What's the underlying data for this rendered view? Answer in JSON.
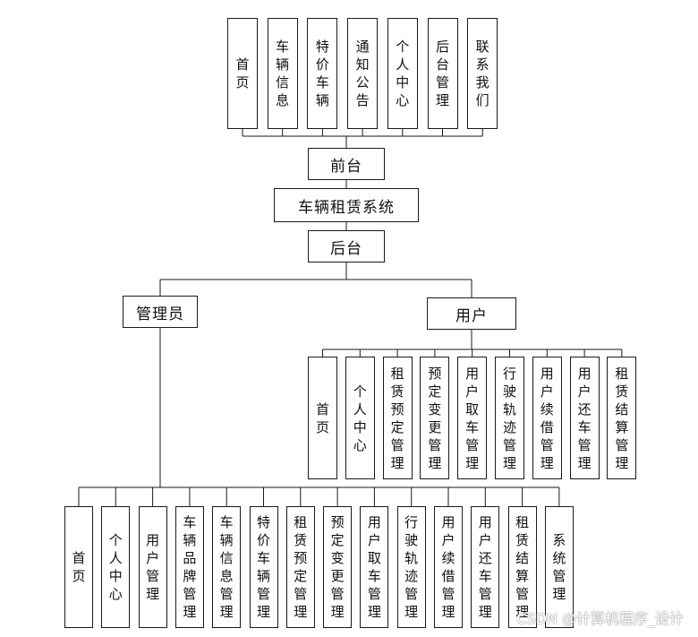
{
  "diagram": {
    "system": "车辆租赁系统",
    "frontend": {
      "label": "前台",
      "modules": [
        "首页",
        "车辆信息",
        "特价车辆",
        "通知公告",
        "个人中心",
        "后台管理",
        "联系我们"
      ]
    },
    "backend": {
      "label": "后台",
      "admin": {
        "label": "管理员",
        "modules": [
          "首页",
          "个人中心",
          "用户管理",
          "车辆品牌管理",
          "车辆信息管理",
          "特价车辆管理",
          "租赁预定管理",
          "预定变更管理",
          "用户取车管理",
          "行驶轨迹管理",
          "用户续借管理",
          "用户还车管理",
          "租赁结算管理",
          "系统管理"
        ]
      },
      "user": {
        "label": "用户",
        "modules": [
          "首页",
          "个人中心",
          "租赁预定管理",
          "预定变更管理",
          "用户取车管理",
          "行驶轨迹管理",
          "用户续借管理",
          "用户还车管理",
          "租赁结算管理"
        ]
      }
    }
  },
  "watermark": "CSDN @计算机程序_设计"
}
